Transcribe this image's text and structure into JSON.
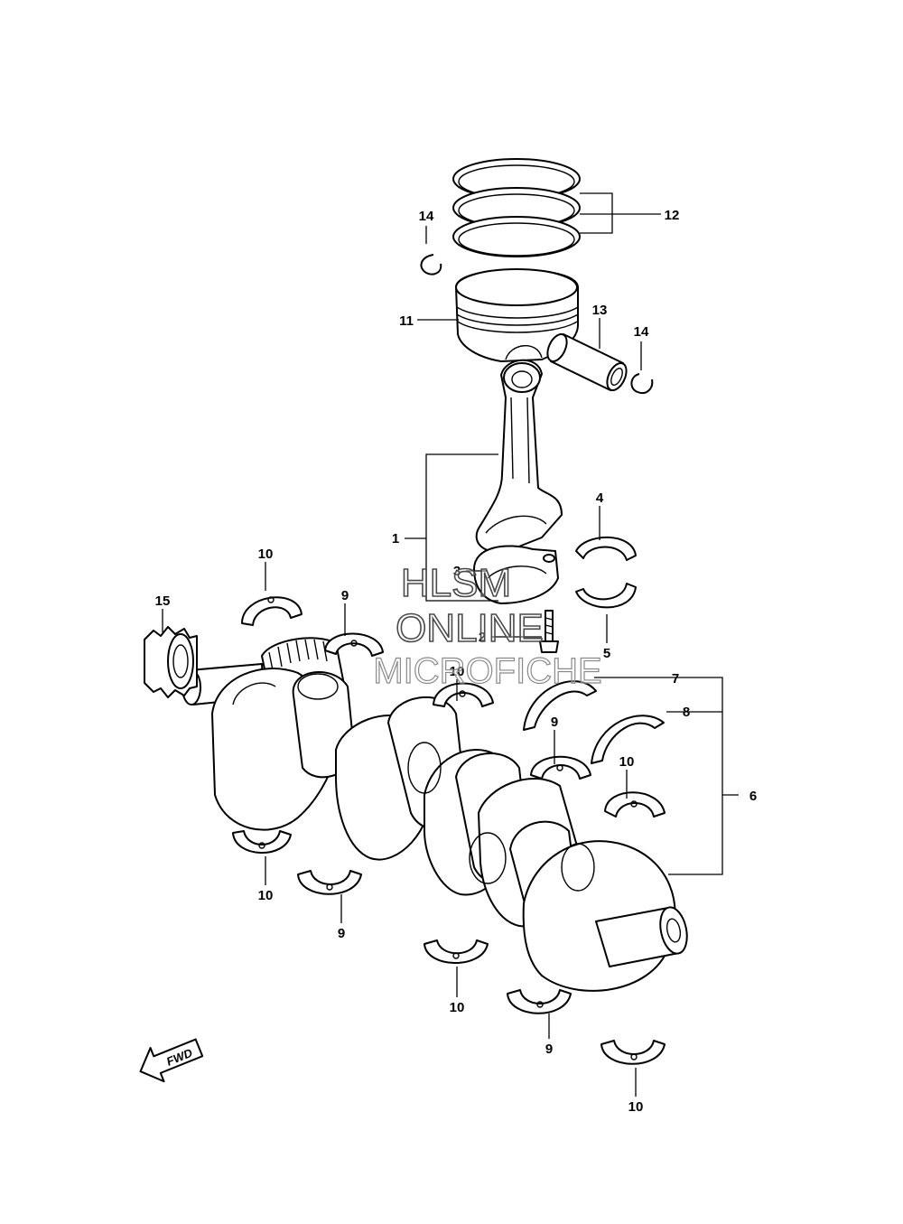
{
  "diagram": {
    "callouts": {
      "c1": "1",
      "c2": "2",
      "c3": "3",
      "c4": "4",
      "c5": "5",
      "c6": "6",
      "c7": "7",
      "c8": "8",
      "c9": "9",
      "c10": "10",
      "c11": "11",
      "c12": "12",
      "c13": "13",
      "c14": "14",
      "c15": "15"
    },
    "fwd_label": "FWD"
  },
  "watermark": {
    "line1": "HLSM",
    "line2": "ONLINE",
    "line3": "MICROFICHE"
  }
}
